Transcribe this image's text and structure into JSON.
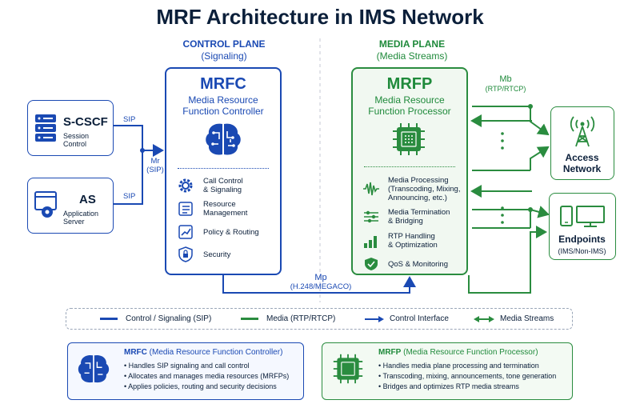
{
  "title": "MRF Architecture in IMS Network",
  "control_plane": {
    "heading": "CONTROL PLANE",
    "sub": "(Signaling)"
  },
  "media_plane": {
    "heading": "MEDIA PLANE",
    "sub": "(Media Streams)"
  },
  "mrfc": {
    "name": "MRFC",
    "full1": "Media Resource",
    "full2": "Function Controller",
    "features": [
      {
        "icon": "gear-icon",
        "l1": "Call Control",
        "l2": "& Signaling"
      },
      {
        "icon": "list-icon",
        "l1": "Resource",
        "l2": "Management"
      },
      {
        "icon": "chart-icon",
        "l1": "Policy & Routing",
        "l2": ""
      },
      {
        "icon": "lock-icon",
        "l1": "Security",
        "l2": ""
      }
    ]
  },
  "mrfp": {
    "name": "MRFP",
    "full1": "Media Resource",
    "full2": "Function Processor",
    "features": [
      {
        "icon": "waveform-icon",
        "l1": "Media Processing",
        "l2": "(Transcoding, Mixing,",
        "l3": "Announcing, etc.)"
      },
      {
        "icon": "sliders-icon",
        "l1": "Media Termination",
        "l2": "& Bridging",
        "l3": ""
      },
      {
        "icon": "signal-bars-icon",
        "l1": "RTP Handling",
        "l2": "& Optimization",
        "l3": ""
      },
      {
        "icon": "shield-icon",
        "l1": "QoS & Monitoring",
        "l2": "",
        "l3": ""
      }
    ]
  },
  "scscf": {
    "name": "S-CSCF",
    "desc": "Session Control"
  },
  "as": {
    "name": "AS",
    "desc": "Application Server"
  },
  "labels": {
    "sip1": "SIP",
    "sip2": "SIP",
    "mr": "Mr",
    "mr_sub": "(SIP)",
    "mb": "Mb",
    "mb_sub": "(RTP/RTCP)",
    "mp": "Mp",
    "mp_sub": "(H.248/MEGACO)"
  },
  "access": {
    "l1": "Access",
    "l2": "Network"
  },
  "endpoints": {
    "name": "Endpoints",
    "desc": "(IMS/Non-IMS)"
  },
  "legend": [
    {
      "label": "Control / Signaling (SIP)"
    },
    {
      "label": "Media (RTP/RTCP)"
    },
    {
      "label": "Control Interface"
    },
    {
      "label": "Media Streams"
    }
  ],
  "desc_mrfc": {
    "title_bold": "MRFC",
    "title_rest": "(Media Resource Function Controller)",
    "bullets": [
      "Handles SIP signaling and call control",
      "Allocates and manages media resources (MRFPs)",
      "Applies policies, routing and security decisions"
    ]
  },
  "desc_mrfp": {
    "title_bold": "MRFP",
    "title_rest": "(Media Resource Function Processor)",
    "bullets": [
      "Handles media plane processing and termination",
      "Transcoding, mixing, announcements, tone generation",
      "Bridges and optimizes RTP media streams"
    ]
  },
  "colors": {
    "control": "#1a49b3",
    "media": "#2a8c3f",
    "title": "#0b1f3a"
  }
}
